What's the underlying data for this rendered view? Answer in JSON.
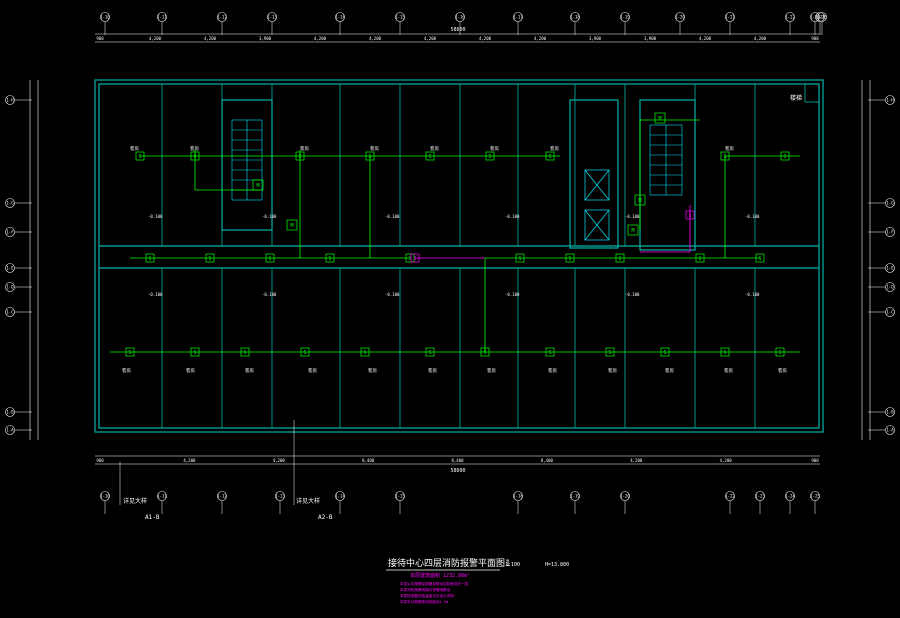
{
  "drawing": {
    "title": "接待中心四层消防报警平面图1",
    "scale": "1:100",
    "elevation": "H=13.800",
    "area_note": "本层建筑面积 1232.80m²",
    "notes": [
      "本层火灾报警控制器及联动控制室设在一层",
      "本层消防报警线路均穿管暗敷设",
      "本层探测器安装高度详见设计说明",
      "本层手动报警按钮底距地1.5m"
    ]
  },
  "axes": {
    "top": [
      "1-10",
      "1-11",
      "1-12",
      "1-13",
      "1-14",
      "1-15",
      "1-16",
      "1-17",
      "1-18",
      "1-19",
      "1-20",
      "1-21",
      "1-22",
      "1-23",
      "1-24",
      "1-25"
    ],
    "bottom": [
      "1-10",
      "1-11",
      "1-12",
      "1-13",
      "1-14",
      "1-15",
      "1-18",
      "1-19",
      "1-20",
      "1-22",
      "1-23",
      "1-24",
      "1-25"
    ],
    "left": [
      "1-H",
      "1-G",
      "1-F",
      "1-E",
      "1-D",
      "1-C",
      "1-B",
      "1-A"
    ],
    "right": [
      "1-H",
      "1-G",
      "1-F",
      "1-E",
      "1-D",
      "1-C",
      "1-B",
      "1-A"
    ]
  },
  "dimensions": {
    "top": [
      "900",
      "4,200",
      "4,200",
      "3,900",
      "4,200",
      "4,200",
      "4,200",
      "4,200",
      "4,200",
      "3,900",
      "3,900",
      "4,200",
      "4,200",
      "900"
    ],
    "top_total": "58600",
    "bottom": [
      "900",
      "4,200",
      "4,200",
      "8,400",
      "8,400",
      "8,400",
      "4,200",
      "4,200",
      "900"
    ],
    "bottom_total": "58600"
  },
  "callouts": [
    {
      "label": "详见大样",
      "ref": "A1-B"
    },
    {
      "label": "详见大样",
      "ref": "A2-B"
    }
  ],
  "room_labels": {
    "top_row": [
      "客房",
      "客房",
      "客房",
      "客房",
      "客房",
      "客房",
      "客房",
      "客房"
    ],
    "bottom_row": [
      "客房",
      "客房",
      "客房",
      "客房",
      "客房",
      "客房",
      "客房",
      "客房",
      "客房",
      "客房",
      "客房",
      "客房"
    ],
    "bathroom_elev": "-0.100"
  },
  "devices": {
    "smoke": "S",
    "module": "M",
    "corner_label": "楼梯"
  },
  "colors": {
    "background": "#000000",
    "walls": "#00b3a8",
    "wiring": "#00ff00",
    "wiring_alt": "#ff00ff",
    "text": "#ffffff",
    "stair": "#00e5ff"
  }
}
